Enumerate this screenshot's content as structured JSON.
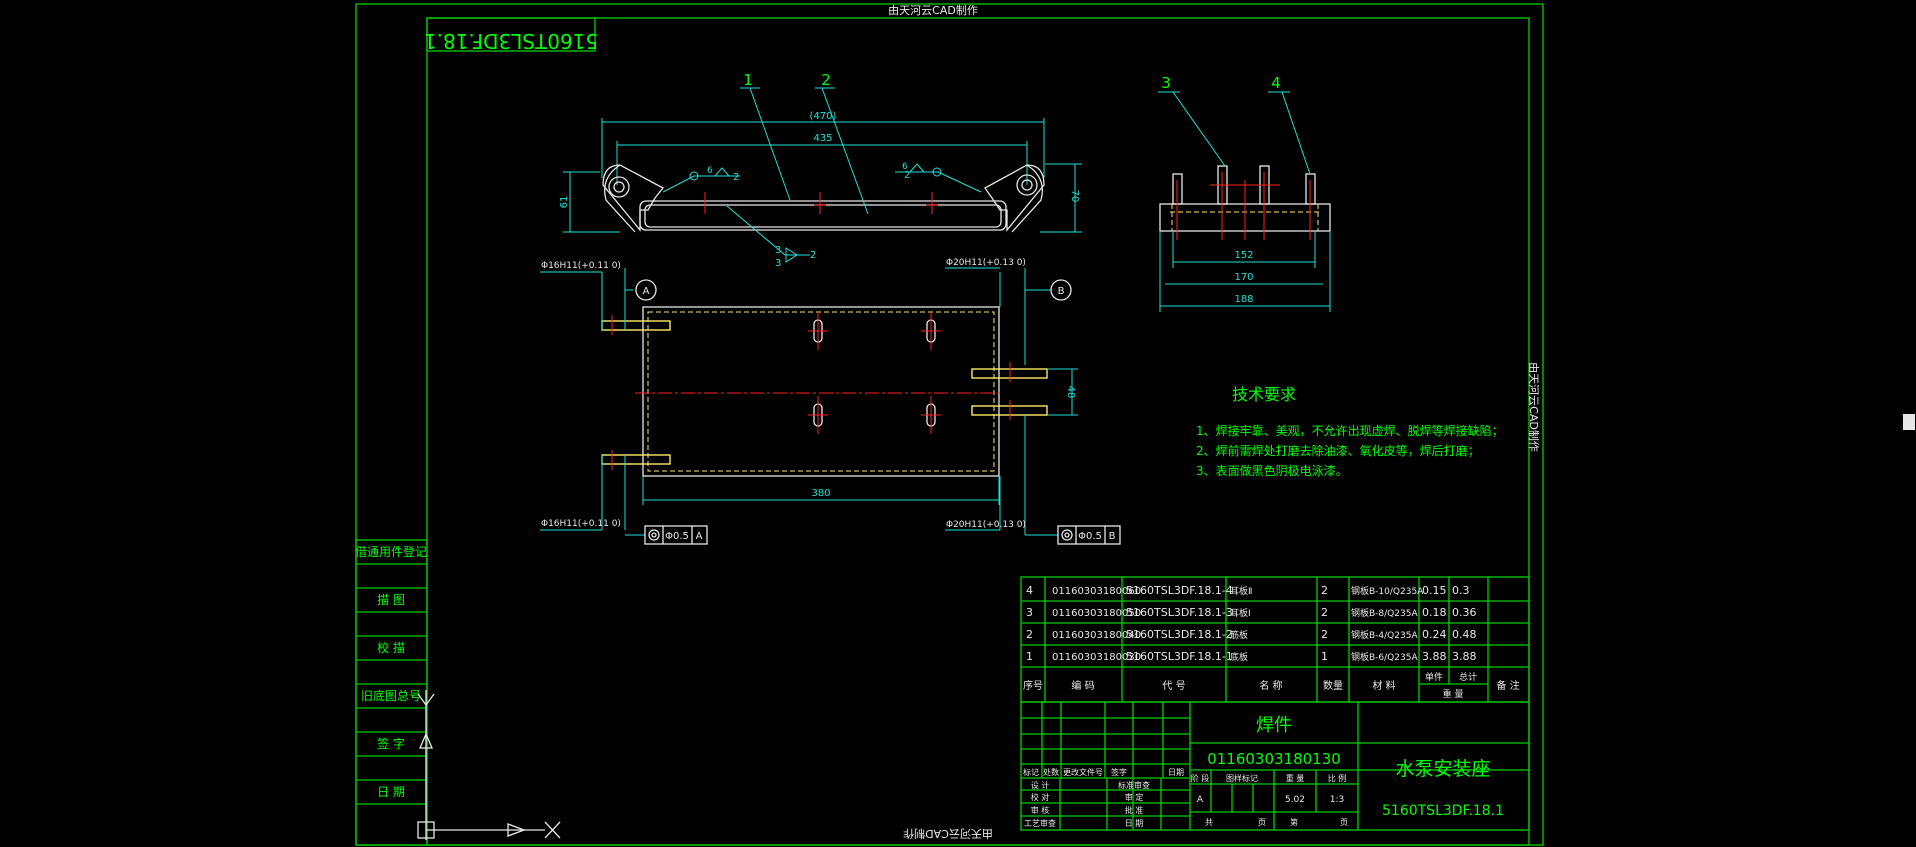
{
  "frame": {
    "top_label": "由天河云CAD制作",
    "bottom_label": "由天河云CAD制作",
    "side_label": "由天河云CAD制作",
    "drawing_code_rotated": "5160TSL3DF.18.1"
  },
  "left_column": {
    "items": [
      "借通用件登记",
      "描 图",
      "校 描",
      "旧底图总号",
      "签 字",
      "日 期"
    ]
  },
  "front_view": {
    "balloons": [
      "1",
      "2"
    ],
    "dims": {
      "overall": "(470)",
      "span": "435",
      "height_left": "61",
      "height_right": "70"
    },
    "weld_symbols": [
      "6",
      "2",
      "6",
      "2",
      "3",
      "3",
      "2"
    ]
  },
  "side_view": {
    "balloons": [
      "3",
      "4"
    ],
    "dims": [
      "152",
      "170",
      "188"
    ]
  },
  "plan_view": {
    "hole_left_top": "Φ16H11(+0.11 0)",
    "hole_left_bottom": "Φ16H11(+0.11 0)",
    "hole_right_top": "Φ20H11(+0.13 0)",
    "hole_right_bottom": "Φ20H11(+0.13 0)",
    "datum_a": "A",
    "datum_b": "B",
    "length": "380",
    "gap": "48",
    "tol_a": {
      "value": "Φ0.5",
      "datum": "A"
    },
    "tol_b": {
      "value": "Φ0.5",
      "datum": "B"
    }
  },
  "tech_notes": {
    "title": "技术要求",
    "lines": [
      "1、焊接牢靠、美观，不允许出现虚焊、脱焊等焊接缺陷；",
      "2、焊前需焊处打磨去除油漆、氧化皮等，焊后打磨；",
      "3、表面做黑色阴极电泳漆。"
    ]
  },
  "bom": {
    "rows": [
      {
        "no": "4",
        "code": "01160303180060",
        "part": "5160TSL3DF.18.1-4",
        "name": "耳板Ⅱ",
        "qty": "2",
        "mat": "钢板B-10/Q235A",
        "unit": "0.15",
        "total": "0.3"
      },
      {
        "no": "3",
        "code": "01160303180050",
        "part": "5160TSL3DF.18.1-3",
        "name": "耳板Ⅰ",
        "qty": "2",
        "mat": "钢板B-8/Q235A",
        "unit": "0.18",
        "total": "0.36"
      },
      {
        "no": "2",
        "code": "01160303180040",
        "part": "5160TSL3DF.18.1-2",
        "name": "筋板",
        "qty": "2",
        "mat": "钢板B-4/Q235A",
        "unit": "0.24",
        "total": "0.48"
      },
      {
        "no": "1",
        "code": "01160303180030",
        "part": "5160TSL3DF.18.1-1",
        "name": "底板",
        "qty": "1",
        "mat": "钢板B-6/Q235A",
        "unit": "3.88",
        "total": "3.88"
      }
    ],
    "header": {
      "no": "序号",
      "code": "编 码",
      "part": "代 号",
      "name": "名 称",
      "qty": "数量",
      "mat": "材 料",
      "unit": "单件",
      "total": "总计",
      "weight": "重 量",
      "note": "备 注"
    }
  },
  "title_block": {
    "type": "焊件",
    "code": "01160303180130",
    "title": "水泵安装座",
    "drawing_no": "5160TSL3DF.18.1",
    "rev_labels": [
      "标记",
      "处数",
      "更改文件号",
      "签字",
      "日期"
    ],
    "sign_labels": [
      "设 计",
      "校 对",
      "审 核",
      "工艺审查"
    ],
    "sign_labels2": [
      "标准审查",
      "审 定",
      "批 准",
      "日 期"
    ],
    "stage_header": [
      "阶 段",
      "图样标记",
      "重 量",
      "比 例"
    ],
    "stage_values": [
      "A",
      "",
      "5.02",
      "1:3"
    ],
    "sheet": [
      "共",
      "页",
      "第",
      "页"
    ]
  }
}
